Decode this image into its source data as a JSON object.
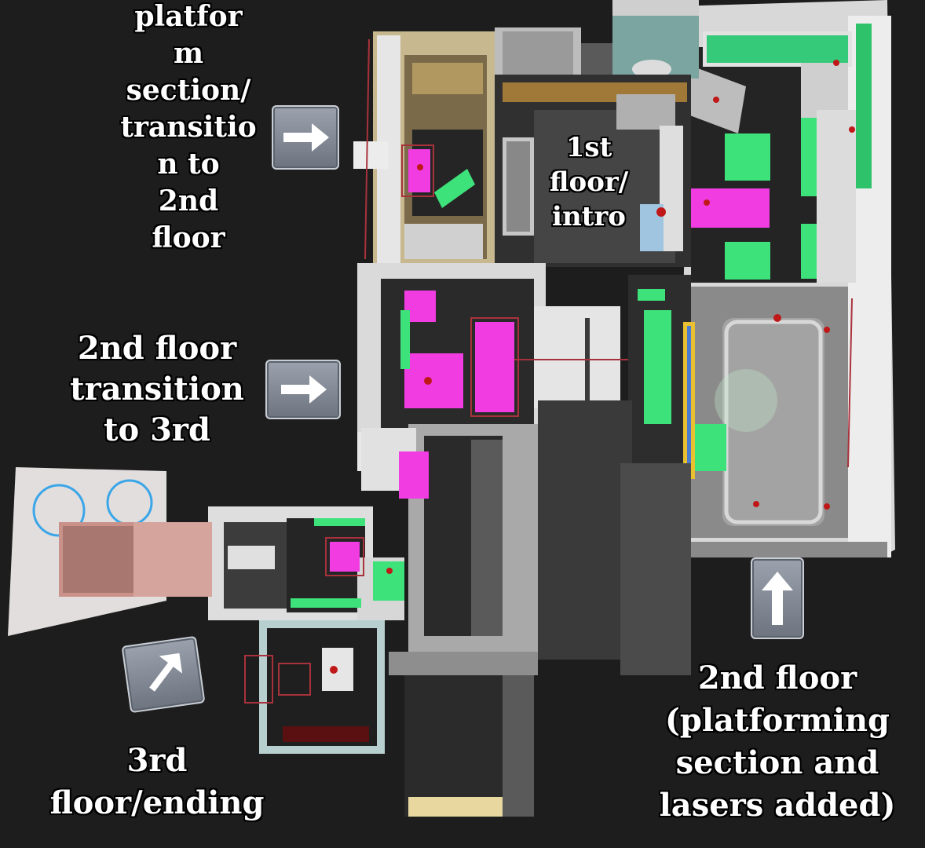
{
  "labels": {
    "platform_section": "platfor\nm\nsection/\ntransitio\nn to\n2nd\nfloor",
    "first_floor": "1st\nfloor/\nintro",
    "second_floor_transition": "2nd floor\ntransition\nto 3rd",
    "third_floor": "3rd\nfloor/ending",
    "second_floor_platforming": "2nd floor\n(platforming\nsection and\nlasers added)"
  },
  "icons": {
    "arrow_platform": "arrow-right-icon",
    "arrow_transition": "arrow-right-icon",
    "arrow_third": "arrow-up-right-icon",
    "arrow_second": "arrow-up-icon"
  },
  "colors": {
    "background": "#1d1d1d",
    "platform_magenta": "#f03ce0",
    "platform_green": "#3ee27a",
    "laser_red": "#a8323c",
    "wall_white": "#e6e6e6",
    "floor_dark": "#2a2a2a",
    "neon_blue": "#3aa6e8"
  }
}
